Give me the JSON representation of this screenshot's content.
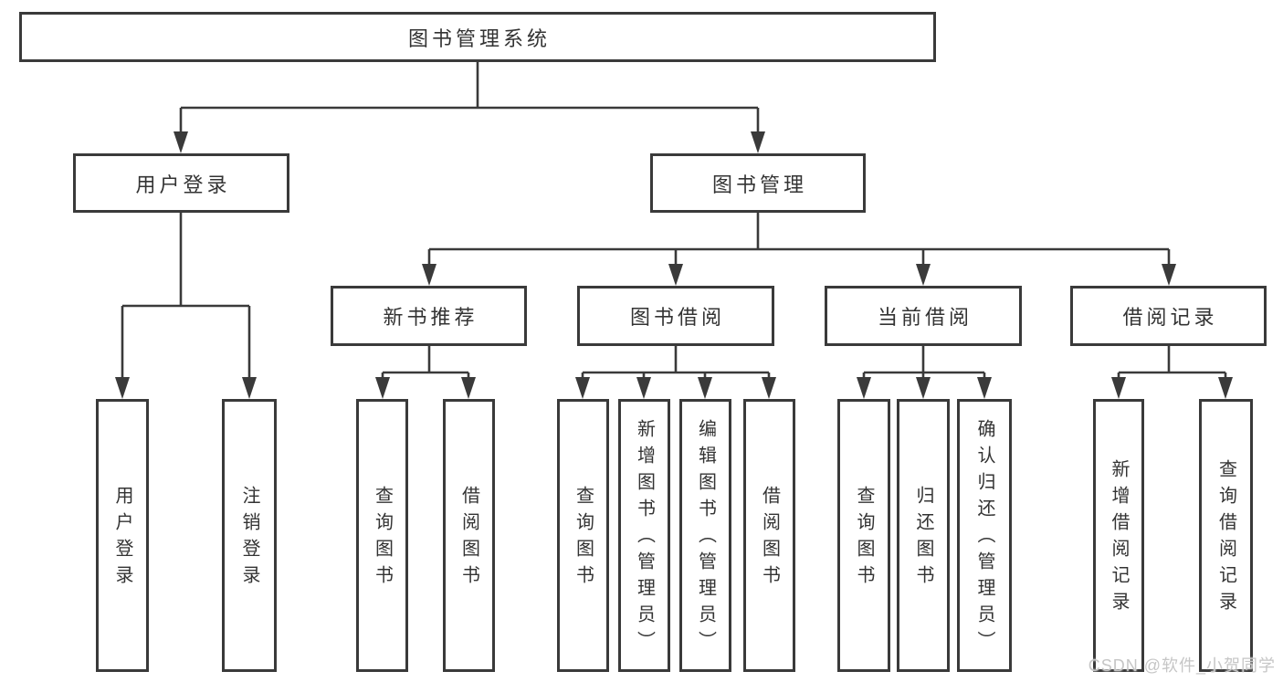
{
  "diagram": {
    "root": {
      "label": "图书管理系统"
    },
    "level1": [
      {
        "id": "user-login",
        "label": "用户登录"
      },
      {
        "id": "book-management",
        "label": "图书管理"
      }
    ],
    "level2": [
      {
        "id": "new-book-recommendation",
        "label": "新书推荐"
      },
      {
        "id": "book-borrowing",
        "label": "图书借阅"
      },
      {
        "id": "current-borrowing",
        "label": "当前借阅"
      },
      {
        "id": "borrowing-records",
        "label": "借阅记录"
      }
    ],
    "leaves": {
      "user_login": [
        "用户登录",
        "注销登录"
      ],
      "new_book_recommendation": [
        "查询图书",
        "借阅图书"
      ],
      "book_borrowing": [
        "查询图书",
        "新增图书（管理员）",
        "编辑图书（管理员）",
        "借阅图书"
      ],
      "current_borrowing": [
        "查询图书",
        "归还图书",
        "确认归还（管理员）"
      ],
      "borrowing_records": [
        "新增借阅记录",
        "查询借阅记录"
      ]
    }
  },
  "watermark": {
    "text": "CSDN @软件_小贺同学",
    "color": "#c6c6c6"
  },
  "colors": {
    "line": "#3a3a3a",
    "text": "#333333",
    "background": "#ffffff"
  }
}
